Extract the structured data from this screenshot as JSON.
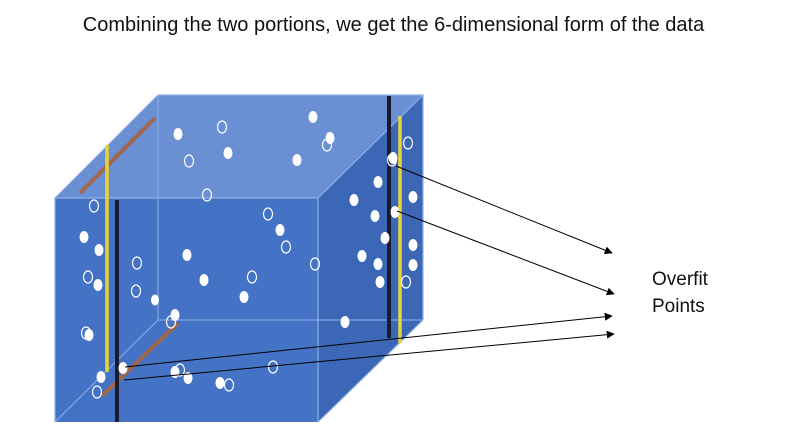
{
  "title": "Combining the two portions, we get the 6-dimensional form of the data",
  "label": {
    "line1": "Overfit",
    "line2": "Points"
  },
  "colors": {
    "front_face": "#4472c4",
    "top_face": "#6b8fd3",
    "side_face": "#3b67b6",
    "edge": "#8fb0e6",
    "yellow_rod": "#e6d43a",
    "brown_rod": "#a0674b",
    "black_rod": "#1a1a2e",
    "arrow": "#000000"
  }
}
